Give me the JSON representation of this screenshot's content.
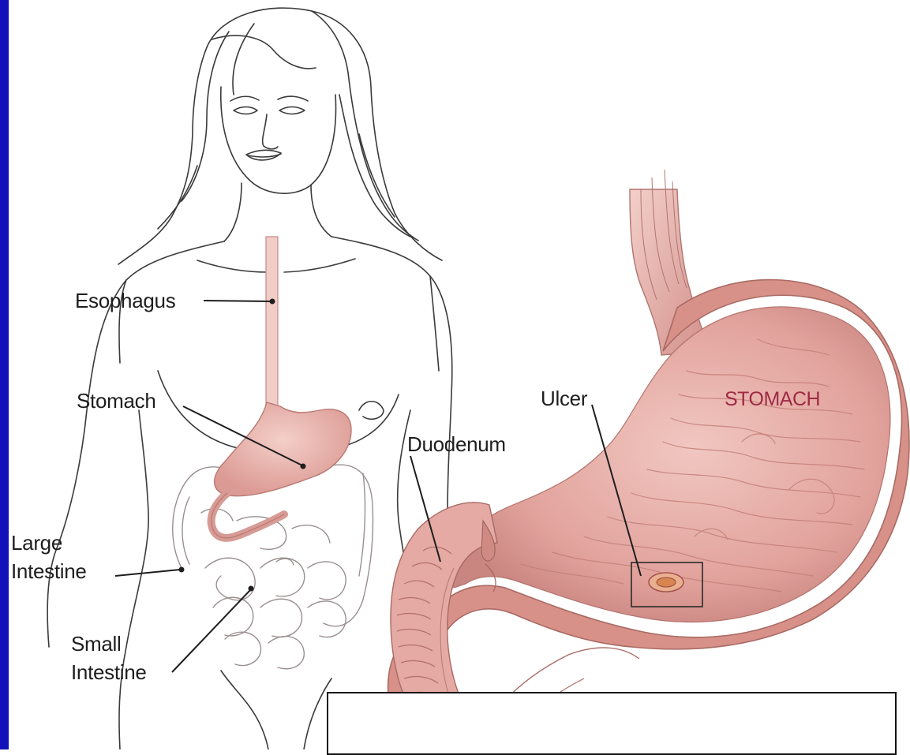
{
  "labels": {
    "esophagus": "Esophagus",
    "stomach": "Stomach",
    "large_intestine": [
      "Large",
      "Intestine"
    ],
    "small_intestine": [
      "Small",
      "Intestine"
    ],
    "duodenum": "Duodenum",
    "ulcer": "Ulcer",
    "stomach_caps": "STOMACH"
  },
  "colors": {
    "sidebar": "#1212b8",
    "line_art": "#3a3a3a",
    "organ_fill": "#e6a9a4",
    "organ_dark": "#c97d78",
    "stomach_label": "#9e2b45"
  }
}
